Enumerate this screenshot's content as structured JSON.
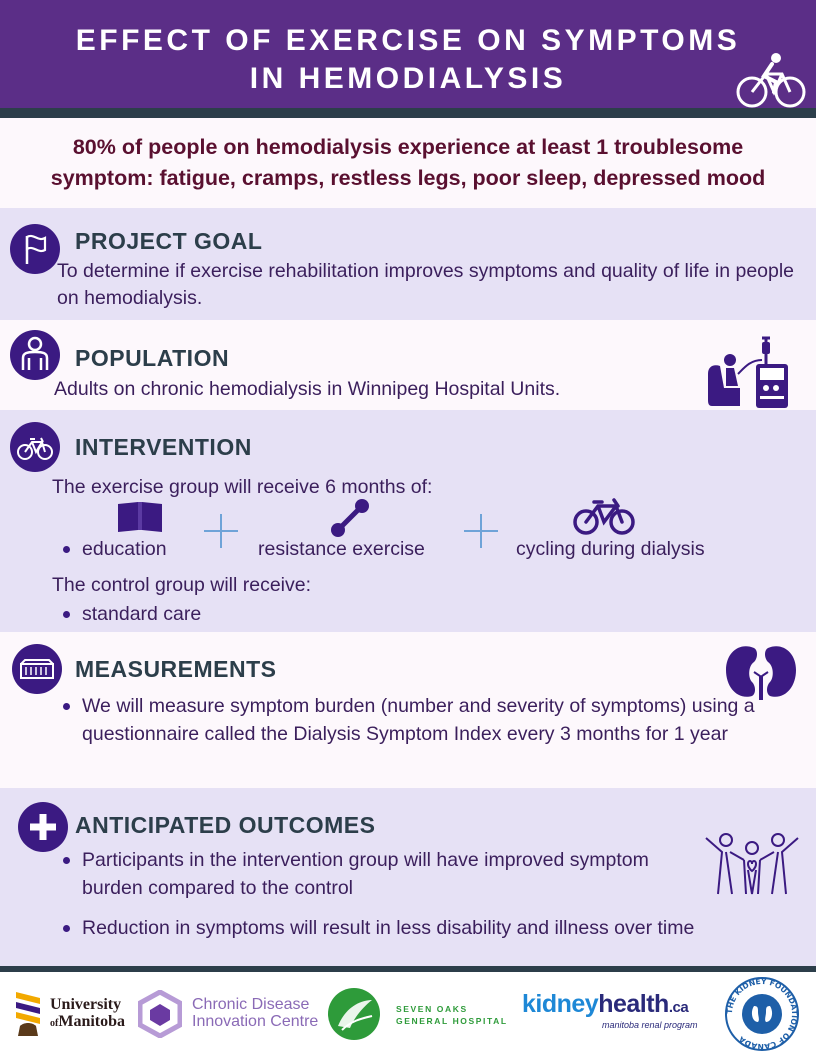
{
  "header": {
    "title_line1": "EFFECT OF EXERCISE ON SYMPTOMS",
    "title_line2": "IN HEMODIALYSIS",
    "icon": "cyclist-icon"
  },
  "subtitle": {
    "line1": "80% of people on hemodialysis experience at least 1 troublesome",
    "line2": "symptom: fatigue, cramps, restless legs, poor sleep, depressed mood"
  },
  "sections": {
    "goal": {
      "icon": "flag-icon",
      "title": "PROJECT GOAL",
      "text": "To determine if exercise rehabilitation improves symptoms and quality of life in people on hemodialysis."
    },
    "population": {
      "icon": "person-icon",
      "title": "POPULATION",
      "text": "Adults on chronic hemodialysis in Winnipeg Hospital Units.",
      "side_icon": "dialysis-machine-icon"
    },
    "intervention": {
      "icon": "bicycle-icon",
      "title": "INTERVENTION",
      "exercise_intro": "The exercise group will receive 6 months of:",
      "items": [
        "education",
        "resistance exercise",
        "cycling during dialysis"
      ],
      "item_icons": [
        "book-icon",
        "dumbbell-icon",
        "bicycle-icon"
      ],
      "control_intro": "The control group will receive:",
      "control_item": "standard care"
    },
    "measurements": {
      "icon": "dialysis-unit-icon",
      "title": "MEASUREMENTS",
      "bullet": "We will measure symptom burden (number and severity of symptoms) using a questionnaire called the Dialysis Symptom Index every 3 months for 1 year",
      "side_icon": "kidneys-icon"
    },
    "outcomes": {
      "icon": "plus-icon",
      "title": "ANTICIPATED OUTCOMES",
      "bullet1": "Participants in the intervention group will have improved symptom burden compared to the control",
      "bullet2": "Reduction in symptoms will result in less disability and illness over time",
      "side_icon": "people-group-icon"
    }
  },
  "footer": {
    "um_line1": "University",
    "um_line2_of": "of",
    "um_line2": "Manitoba",
    "cdic_line1": "Chronic Disease",
    "cdic_line2": "Innovation Centre",
    "sogh_line1": "SEVEN OAKS",
    "sogh_line2": "GENERAL HOSPITAL",
    "kh_kidney": "kidney",
    "kh_health": "health",
    "kh_ca": ".ca",
    "kh_sub": "manitoba renal program",
    "kfoc_text": "THE KIDNEY FOUNDATION OF CANADA"
  },
  "colors": {
    "header_purple": "#5b2e87",
    "dark_stripe": "#2c3e4a",
    "icon_purple": "#3b1a82",
    "lavender": "#e6e1f5",
    "subtitle_maroon": "#5a1030",
    "plus_blue": "#6fa3d8"
  }
}
